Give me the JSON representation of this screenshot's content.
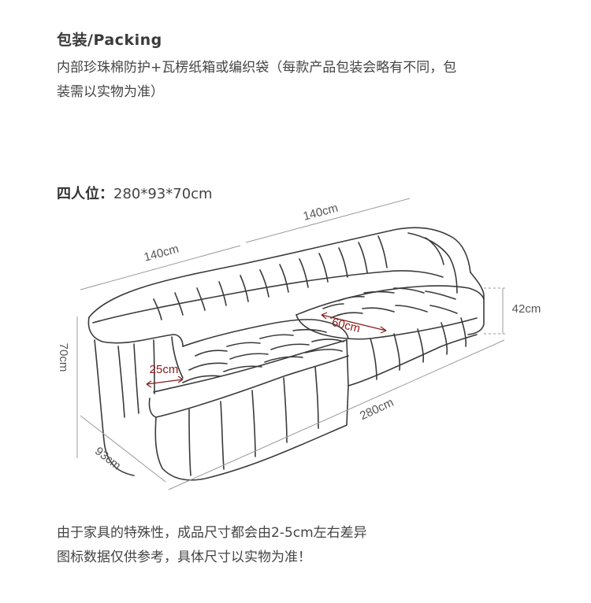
{
  "packing": {
    "title": "包装/Packing",
    "line1": "内部珍珠棉防护+瓦楞纸箱或编织袋（每款产品包装会略有不同，包",
    "line2": "装需以实物为准）"
  },
  "size": {
    "label": "四人位：",
    "value": "280*93*70cm"
  },
  "dimensions": {
    "back_left_width": "140cm",
    "back_right_width": "140cm",
    "front_length": "280cm",
    "height": "70cm",
    "depth": "93cm",
    "seat_height": "42cm",
    "armrest_width": "25cm",
    "cushion_depth": "60cm"
  },
  "colors": {
    "line": "#3a3a3a",
    "dimension_line": "#9a9a9a",
    "accent": "#8b1a1a"
  },
  "note": {
    "line1": "由于家具的特殊性，成品尺寸都会由2-5cm左右差异",
    "line2": "图标数据仅供参考，具体尺寸以实物为准！"
  }
}
